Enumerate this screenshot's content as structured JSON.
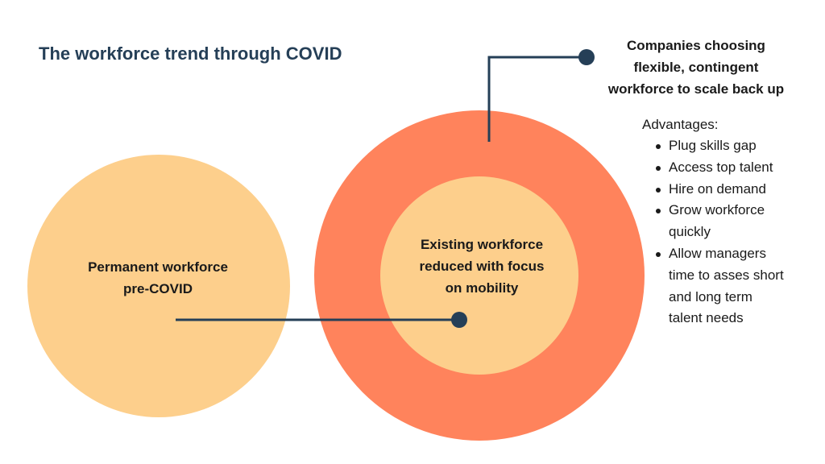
{
  "title": "The workforce trend through COVID",
  "colors": {
    "light_circle": "#fdcf8c",
    "outer_ring": "#ff835c",
    "connector": "#253f57",
    "title": "#253f57",
    "text": "#1a1a1a"
  },
  "permanent_workforce": {
    "label_lines": [
      "Permanent workforce",
      "pre-COVID"
    ]
  },
  "existing_workforce": {
    "label_lines": [
      "Existing workforce",
      "reduced with focus",
      "on mobility"
    ]
  },
  "contingent_workforce": {
    "label_lines": [
      "Companies choosing",
      "flexible, contingent",
      "workforce to scale back up"
    ]
  },
  "advantages": {
    "heading": "Advantages:",
    "items": [
      {
        "lines": [
          "Plug skills gap"
        ]
      },
      {
        "lines": [
          "Access top talent"
        ]
      },
      {
        "lines": [
          "Hire on demand"
        ]
      },
      {
        "lines": [
          "Grow workforce",
          "quickly"
        ]
      },
      {
        "lines": [
          "Allow managers",
          "time to asses short",
          "and long term",
          "talent needs"
        ]
      }
    ]
  }
}
